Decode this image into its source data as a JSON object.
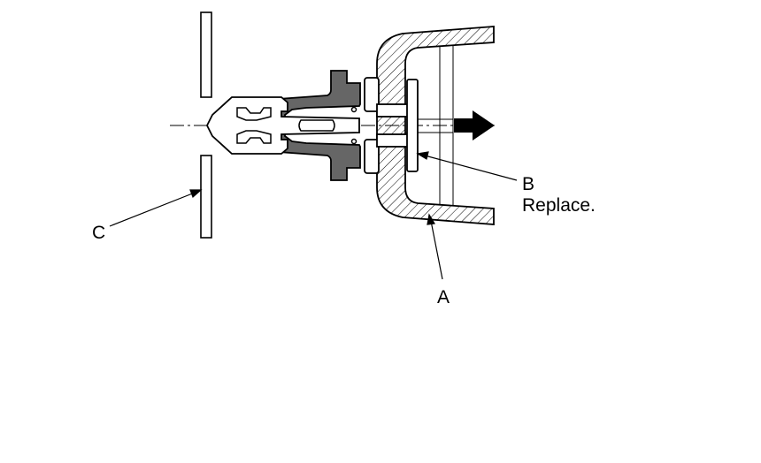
{
  "labels": {
    "a": "A",
    "b": "B",
    "b_note": "Replace.",
    "c": "C"
  },
  "colors": {
    "line": "#000000",
    "clip_fill": "#666666",
    "hatch": "#000000",
    "background": "#ffffff"
  }
}
